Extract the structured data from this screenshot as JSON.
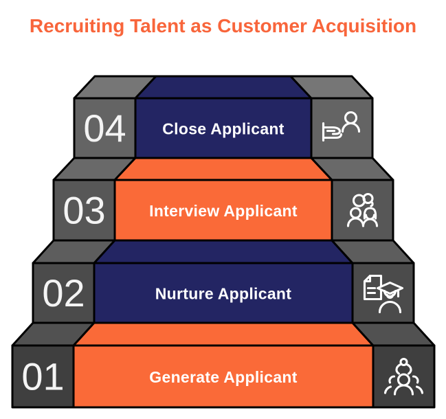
{
  "title": {
    "text": "Recruiting Talent as Customer Acquisition",
    "color": "#F8653B"
  },
  "colors": {
    "orange": "#FA6A38",
    "navy": "#232563",
    "outline": "#000000",
    "background": "#FFFFFF",
    "text_light": "#FFFFFF"
  },
  "steps": [
    {
      "number": "04",
      "label": "Close Applicant",
      "bar_color": "#232563",
      "box_color": "#646464",
      "icon": "handshake-person-icon"
    },
    {
      "number": "03",
      "label": "Interview Applicant",
      "bar_color": "#FA6A38",
      "box_color": "#575757",
      "icon": "interview-people-icon"
    },
    {
      "number": "02",
      "label": "Nurture Applicant",
      "bar_color": "#232563",
      "box_color": "#4B4B4B",
      "icon": "document-graduate-icon"
    },
    {
      "number": "01",
      "label": "Generate Applicant",
      "bar_color": "#FA6A38",
      "box_color": "#3F3F3F",
      "icon": "claw-people-icon"
    }
  ]
}
